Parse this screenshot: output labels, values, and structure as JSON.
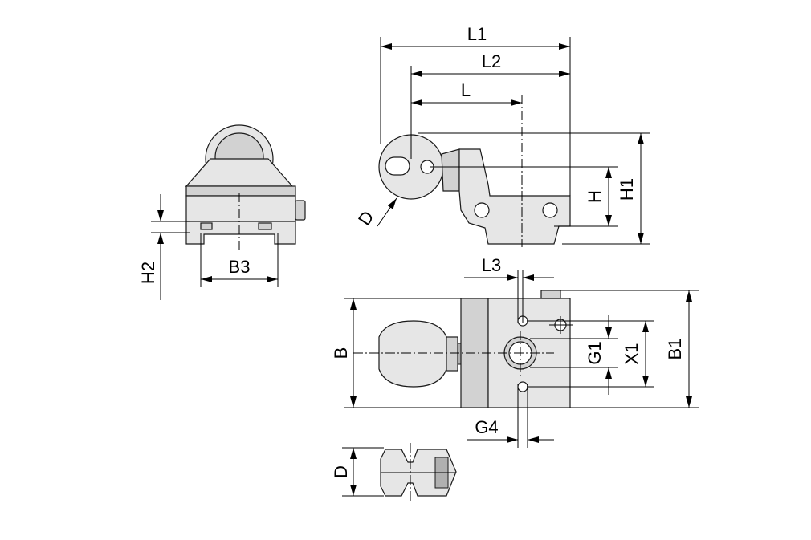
{
  "labels": {
    "l1": "L1",
    "l2": "L2",
    "l": "L",
    "h": "H",
    "h1": "H1",
    "d_side": "D",
    "h2": "H2",
    "b3": "B3",
    "l3": "L3",
    "b": "B",
    "g1": "G1",
    "x1": "X1",
    "b1": "B1",
    "g4": "G4",
    "d_detail": "D"
  },
  "colors": {
    "part": "#e6e6e6",
    "outline": "#1a1a1a",
    "dimension": "#000000"
  }
}
